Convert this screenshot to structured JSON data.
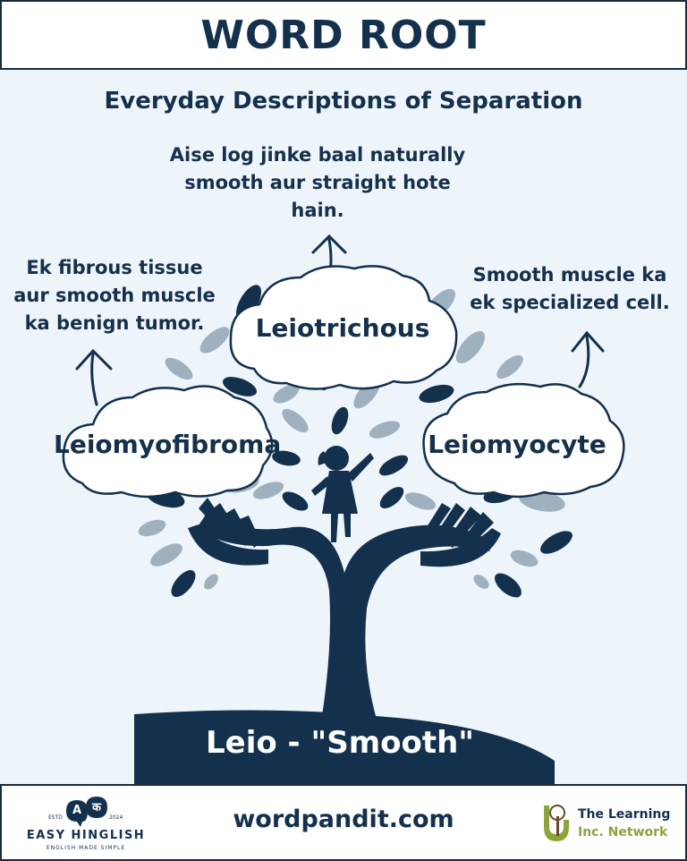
{
  "header": {
    "title": "WORD ROOT"
  },
  "subtitle": "Everyday Descriptions of Separation",
  "root": {
    "label": "Leio - \"Smooth\""
  },
  "words": [
    {
      "word": "Leiomyofibroma",
      "description": "Ek fibrous tissue aur smooth muscle ka benign tumor."
    },
    {
      "word": "Leiotrichous",
      "description": "Aise log jinke baal naturally smooth aur straight hote hain."
    },
    {
      "word": "Leiomyocyte",
      "description": "Smooth muscle ka ek specialized cell."
    }
  ],
  "footer": {
    "website": "wordpandit.com",
    "left_logo": {
      "name": "EASY HINGLISH",
      "tagline": "ENGLISH MADE SIMPLE",
      "estd": "ESTD",
      "year": "2024",
      "glyph_a": "A",
      "glyph_k": "क"
    },
    "right_logo": {
      "line1": "The Learning",
      "line2": "Inc. Network"
    }
  },
  "colors": {
    "navy": "#15304b",
    "background": "#eef5fa",
    "leaf_grey": "#9fb0bf",
    "accent_green": "#8aa53a"
  }
}
